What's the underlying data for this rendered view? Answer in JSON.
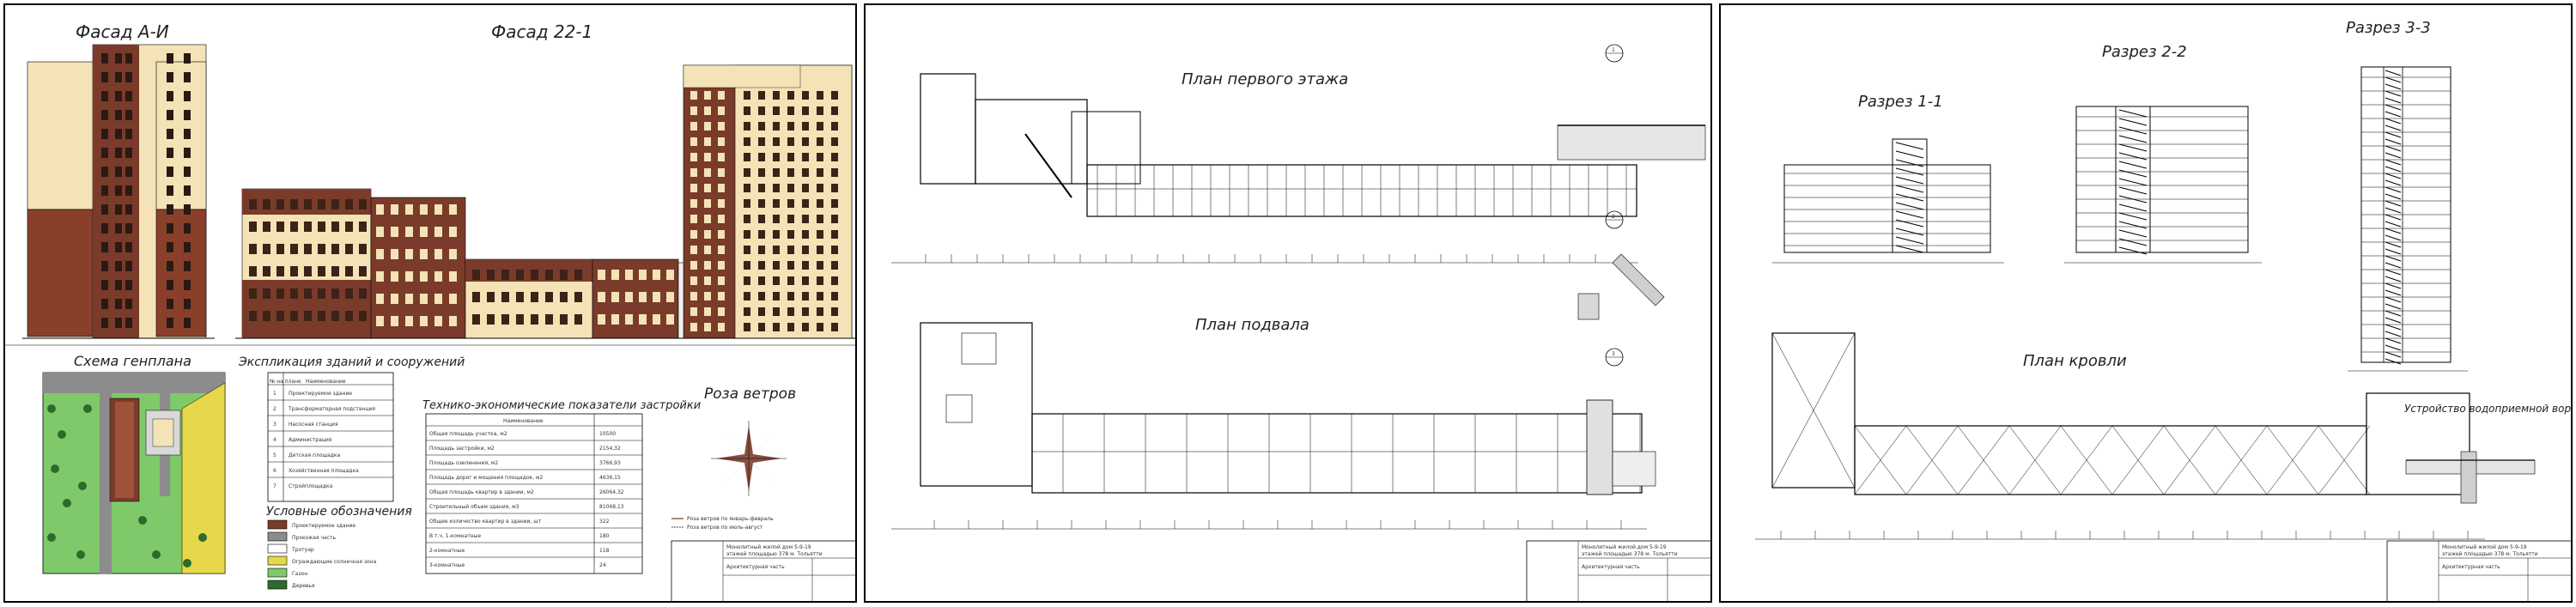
{
  "sheet1": {
    "facade_ai_title": "Фасад А-И",
    "facade_221_title": "Фасад 22-1",
    "genplan_title": "Схема генплана",
    "explication": {
      "title": "Экспликация зданий и сооружений",
      "header_num": "№ на плане",
      "header_name": "Наименование",
      "rows": [
        {
          "num": "1",
          "name": "Проектируемое здание"
        },
        {
          "num": "2",
          "name": "Трансформаторная подстанция"
        },
        {
          "num": "3",
          "name": "Насосная станция"
        },
        {
          "num": "4",
          "name": "Администрация"
        },
        {
          "num": "5",
          "name": "Детская площадка"
        },
        {
          "num": "6",
          "name": "Хозяйственная площадка"
        },
        {
          "num": "7",
          "name": "Стройплощадка"
        }
      ]
    },
    "legend": {
      "title": "Условные обозначения",
      "items": [
        {
          "label": "Проектируемое здание",
          "color": "#7a3b2b"
        },
        {
          "label": "Проезжая часть",
          "color": "#8c8c8c"
        },
        {
          "label": "Тротуар",
          "color": "#ffffff"
        },
        {
          "label": "Ограждающие солнечная зона",
          "color": "#e6d84a"
        },
        {
          "label": "Газон",
          "color": "#7fc96b"
        },
        {
          "label": "Деревья",
          "color": "#2d6b2a"
        }
      ]
    },
    "tep": {
      "title": "Технико-экономические показатели застройки",
      "header_name": "Наименование",
      "rows": [
        {
          "name": "Общая площадь участка, м2",
          "value": "10500"
        },
        {
          "name": "Площадь застройки, м2",
          "value": "2154,32"
        },
        {
          "name": "Площадь озеленения, м2",
          "value": "3766,93"
        },
        {
          "name": "Площадь дорог и мощения площадок, м2",
          "value": "4636,15"
        },
        {
          "name": "Общая площадь квартир в здании, м2",
          "value": "26064,32"
        },
        {
          "name": "Строительный объем здания, м3",
          "value": "81068,13"
        },
        {
          "name": "Общее количество квартир в здании, шт",
          "value": "322"
        },
        {
          "name": "В т.ч. 1-комнатные",
          "value": "180"
        },
        {
          "name": "2-комнатные",
          "value": "118"
        },
        {
          "name": "3-комнатные",
          "value": "24"
        }
      ]
    },
    "wind_title": "Роза ветров",
    "wind_notes": [
      "Роза ветров по январь-февраль",
      "Роза ветров по июль-август"
    ],
    "stamp": {
      "line1": "Монолитный жилой дом 5-9-19",
      "line2": "этажей площадью 378 м. Тольятти",
      "section": "Архитектурная часть"
    }
  },
  "sheet2": {
    "plan1_title": "План первого этажа",
    "basement_title": "План подвала",
    "node_marks": [
      "1",
      "2",
      "3"
    ],
    "stamp": {
      "line1": "Монолитный жилой дом 5-9-19",
      "line2": "этажей площадью 378 м. Тольятти",
      "section": "Архитектурная часть"
    }
  },
  "sheet3": {
    "section11_title": "Разрез 1-1",
    "section22_title": "Разрез 2-2",
    "section33_title": "Разрез 3-3",
    "roof_title": "План кровли",
    "drain_title": "Устройство водоприемной воронки",
    "stamp": {
      "line1": "Монолитный жилой дом 5-9-19",
      "line2": "этажей площадью 378 м. Тольятти",
      "section": "Архитектурная часть"
    }
  }
}
